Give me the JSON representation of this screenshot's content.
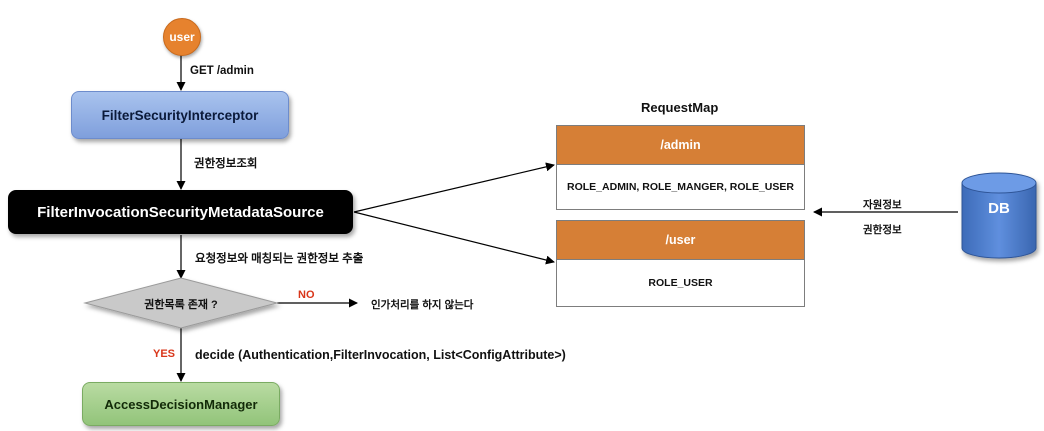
{
  "nodes": {
    "user": "user",
    "filter_security_interceptor": "FilterSecurityInterceptor",
    "metadata_source": "FilterInvocationSecurityMetadataSource",
    "decision_question": "권한목록 존재 ?",
    "access_decision_manager": "AccessDecisionManager",
    "db": "DB"
  },
  "edges": {
    "get_admin": "GET /admin",
    "lookup_authority": "권한정보조회",
    "extract_matching": "요청정보와 매칭되는 권한정보 추출",
    "no": "NO",
    "no_result": "인가처리를 하지 않는다",
    "yes": "YES",
    "decide_call": "decide (Authentication,FilterInvocation, List<ConfigAttribute>)",
    "resource_info": "자원정보",
    "authority_info": "권한정보"
  },
  "request_map": {
    "title": "RequestMap",
    "entries": [
      {
        "url": "/admin",
        "roles": "ROLE_ADMIN, ROLE_MANGER, ROLE_USER"
      },
      {
        "url": "/user",
        "roles": "ROLE_USER"
      }
    ]
  },
  "colors": {
    "user_node": "#e6822e",
    "interceptor": "#8fadE4",
    "metadata_source": "#000000",
    "decision": "#c9c9c9",
    "manager": "#a3cf8b",
    "map_header": "#d67f36",
    "db": "#4a78c4",
    "no_yes_label": "#d9361a"
  }
}
